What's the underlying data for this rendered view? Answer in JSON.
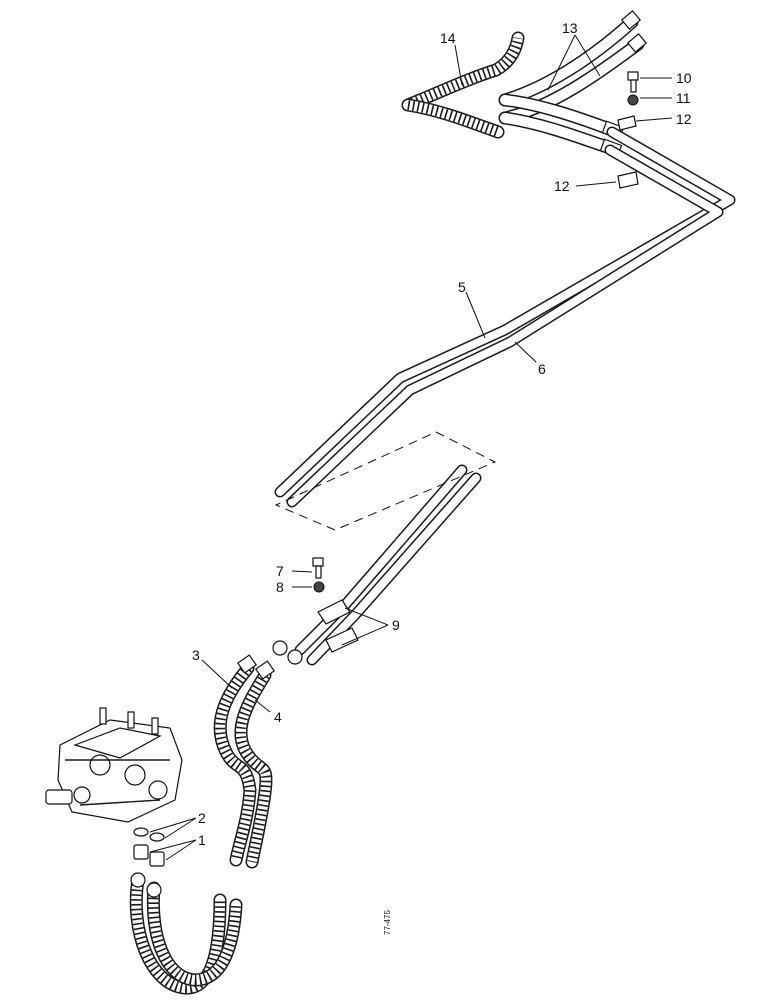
{
  "callouts": {
    "c1": "1",
    "c2": "2",
    "c3": "3",
    "c4": "4",
    "c5": "5",
    "c6": "6",
    "c7": "7",
    "c8": "8",
    "c9": "9",
    "c10": "10",
    "c11": "11",
    "c12a": "12",
    "c12b": "12",
    "c13": "13",
    "c14": "14"
  },
  "drawing_code": "77-475"
}
